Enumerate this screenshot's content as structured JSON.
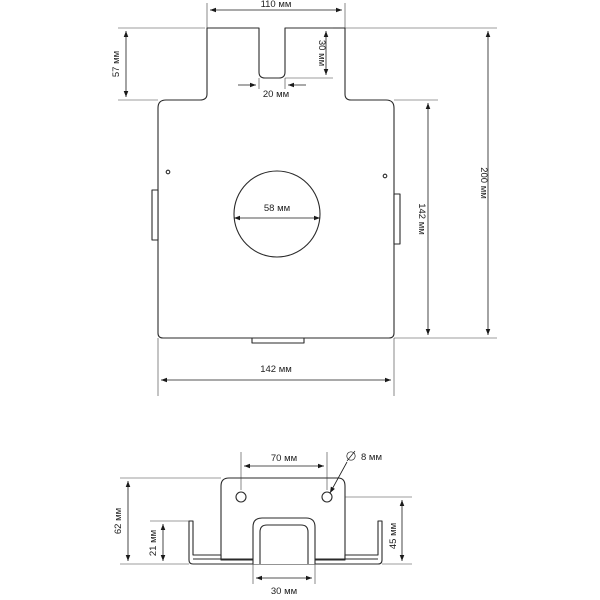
{
  "top_view": {
    "width_top": "110 мм",
    "tab_height": "57 мм",
    "slot_depth": "30 мм",
    "slot_width": "20 мм",
    "hole_diameter": "58 мм",
    "plate_height": "142 мм",
    "total_height": "200 мм",
    "plate_width": "142 мм"
  },
  "front_view": {
    "holes_spacing": "70 мм",
    "small_hole_diameter": "8 мм",
    "total_height": "62 мм",
    "side_height": "45 мм",
    "flange_height": "21 мм",
    "notch_width": "30 мм"
  },
  "colors": {
    "line": "#2a2a2a",
    "text": "#222222",
    "background": "#ffffff"
  }
}
